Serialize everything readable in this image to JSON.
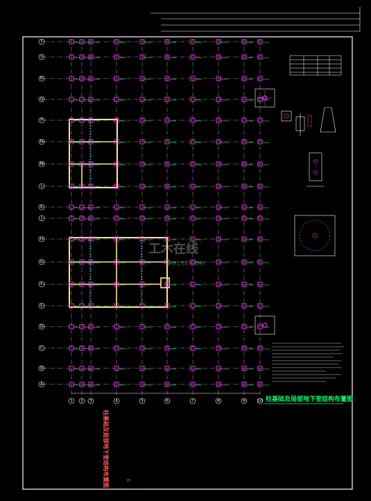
{
  "drawing": {
    "title": "柱基础及局部地下室结构布置图",
    "vertical_title": "柱基础及局部地下室结构布置图",
    "watermark_cn": "工木在线",
    "watermark_en": "CO188.COM",
    "page_number": "28"
  },
  "axes": {
    "columns": [
      "1",
      "2",
      "3",
      "4",
      "5",
      "6",
      "7",
      "8",
      "9",
      "10"
    ],
    "rows": [
      "T",
      "S",
      "R",
      "Q",
      "P",
      "N",
      "M",
      "L",
      "K",
      "J",
      "H",
      "G",
      "F",
      "E",
      "D",
      "C",
      "B",
      "A"
    ]
  },
  "colors": {
    "background": "#000000",
    "sheet_border": "#ffffff",
    "grid_line": "#ffffff",
    "column_mark": "#ff33ff",
    "labels": "#00ff66",
    "beam_walls": "#ffe680",
    "cyan_detail": "#33ccff",
    "red_text": "#ff3b3b"
  }
}
